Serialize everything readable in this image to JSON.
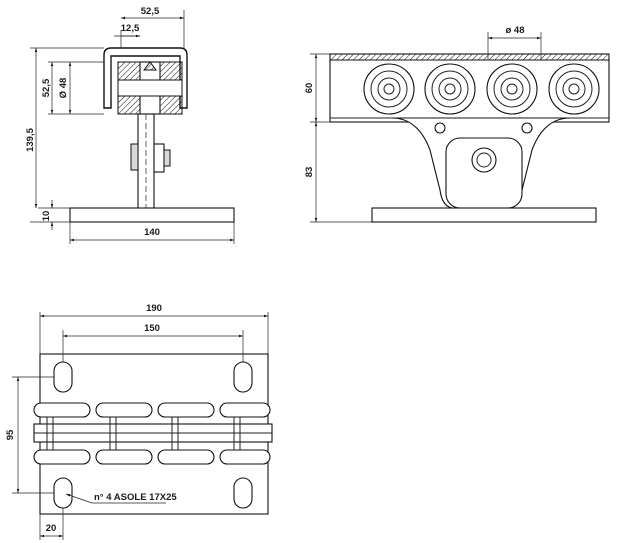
{
  "drawing": {
    "front_view": {
      "dims": {
        "top_width": "52,5",
        "inner_width": "12,5",
        "rail_height": "52,5",
        "wheel_diameter": "Ø 48",
        "total_height": "139,5",
        "base_thickness": "10",
        "base_width": "140"
      }
    },
    "side_view": {
      "dims": {
        "wheel_diameter": "ø 48",
        "upper_height": "60",
        "lower_height": "83"
      }
    },
    "plan_view": {
      "dims": {
        "plate_length": "190",
        "hole_spacing": "150",
        "plate_depth": "95",
        "edge_offset": "20"
      },
      "note": "n° 4 ASOLE 17X25"
    }
  }
}
